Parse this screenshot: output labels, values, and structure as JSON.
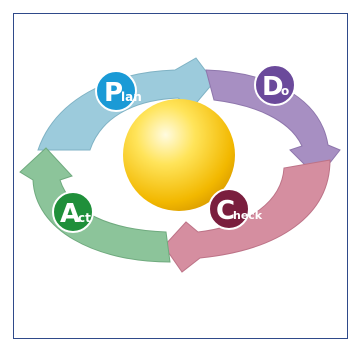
{
  "diagram": {
    "stages": [
      {
        "initial": "P",
        "rest": "lan",
        "color": "#9ccbdc",
        "badge_color": "#1a9ad6"
      },
      {
        "initial": "D",
        "rest": "o",
        "color": "#a78fc2",
        "badge_color": "#6b4a9b"
      },
      {
        "initial": "C",
        "rest": "heck",
        "color": "#d58ea0",
        "badge_color": "#7a1e3e"
      },
      {
        "initial": "A",
        "rest": "ct",
        "color": "#8cc49a",
        "badge_color": "#1f8f3a"
      }
    ],
    "center_sphere_color": "#f6c400"
  }
}
